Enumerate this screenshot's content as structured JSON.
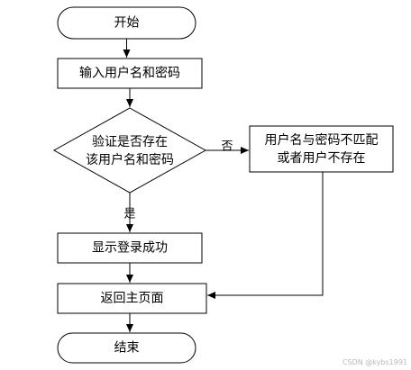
{
  "nodes": {
    "start": "开始",
    "input": "输入用户名和密码",
    "decision_line1": "验证是否存在",
    "decision_line2": "该用户名和密码",
    "error_line1": "用户名与密码不匹配",
    "error_line2": "或者用户不存在",
    "success": "显示登录成功",
    "return": "返回主页面",
    "end": "结束"
  },
  "edges": {
    "no_label": "否",
    "yes_label": "是"
  },
  "watermark": "CSDN @kybs1991",
  "colors": {
    "stroke": "#000000",
    "fill": "#ffffff",
    "watermark": "#b8b8b8"
  }
}
